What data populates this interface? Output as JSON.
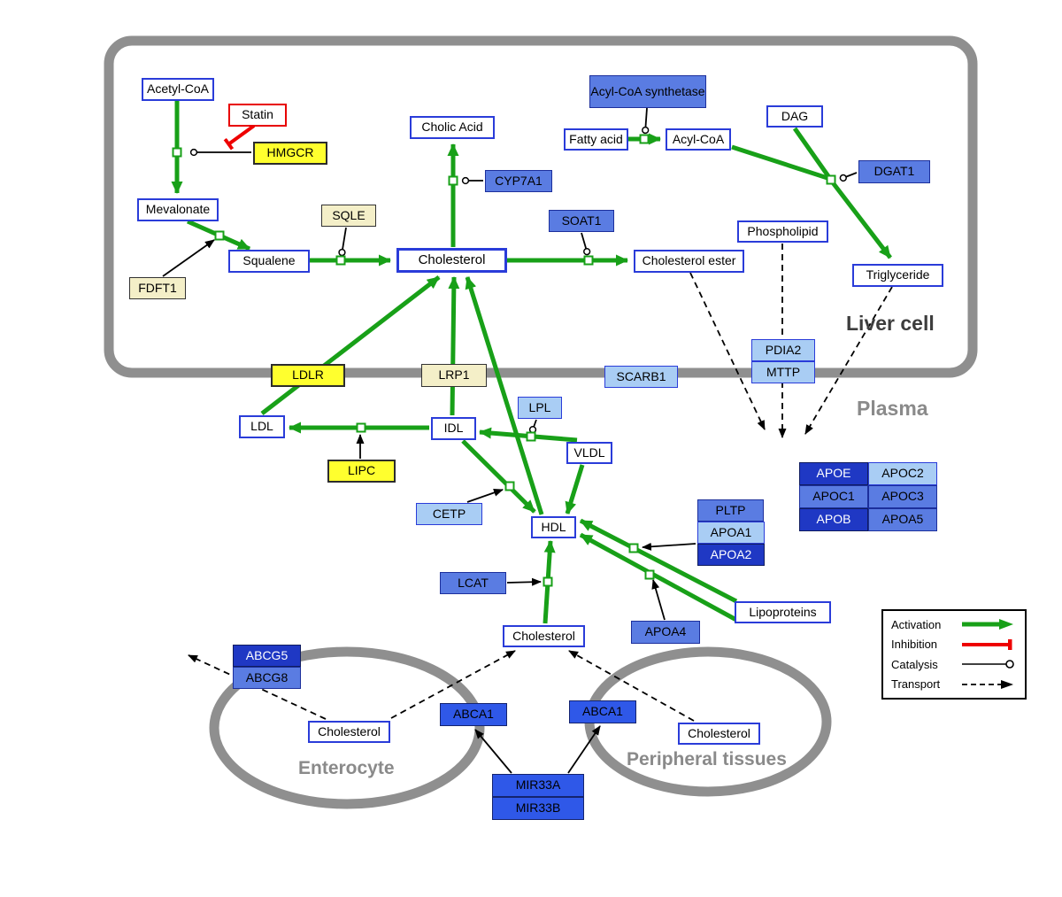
{
  "colors": {
    "activation_green": "#18a018",
    "inhibition_red": "#ee0000",
    "metabolite_border_blue": "#2a3cd9",
    "gene_yellow": "#ffff2e",
    "gene_pale_yellow": "#f4efc8",
    "gene_blue_light": "#a9cdf4",
    "gene_blue_medium": "#5a7ce2",
    "gene_blue_strong": "#2f58e8",
    "gene_blue_dark": "#1f38c4",
    "membrane_gray": "#8f8f8f"
  },
  "compartments": {
    "liver_cell": "Liver cell",
    "plasma": "Plasma",
    "enterocyte": "Enterocyte",
    "peripheral_tissues": "Peripheral tissues"
  },
  "legend": {
    "activation": "Activation",
    "inhibition": "Inhibition",
    "catalysis": "Catalysis",
    "transport": "Transport"
  },
  "nodes": {
    "acetyl_coa": "Acetyl-CoA",
    "statin": "Statin",
    "hmgcr": "HMGCR",
    "mevalonate": "Mevalonate",
    "sqle": "SQLE",
    "fdft1": "FDFT1",
    "squalene": "Squalene",
    "cholesterol_liver": "Cholesterol",
    "cholic_acid": "Cholic Acid",
    "cyp7a1": "CYP7A1",
    "acyl_coa_synthetase": "Acyl-CoA synthetase",
    "fatty_acid": "Fatty acid",
    "acyl_coa": "Acyl-CoA",
    "dag": "DAG",
    "dgat1": "DGAT1",
    "soat1": "SOAT1",
    "cholesterol_ester": "Cholesterol ester",
    "phospholipid": "Phospholipid",
    "triglyceride": "Triglyceride",
    "pdia2": "PDIA2",
    "mttp": "MTTP",
    "ldlr": "LDLR",
    "lrp1": "LRP1",
    "scarb1": "SCARB1",
    "ldl": "LDL",
    "idl": "IDL",
    "lpl": "LPL",
    "vldl": "VLDL",
    "lipc": "LIPC",
    "cetp": "CETP",
    "hdl": "HDL",
    "pltp": "PLTP",
    "apoa1": "APOA1",
    "apoa2": "APOA2",
    "lcat": "LCAT",
    "apoa4": "APOA4",
    "lipoproteins": "Lipoproteins",
    "apoe": "APOE",
    "apoc2": "APOC2",
    "apoc1": "APOC1",
    "apoc3": "APOC3",
    "apob": "APOB",
    "apoa5": "APOA5",
    "cholesterol_plasma": "Cholesterol",
    "abcg5": "ABCG5",
    "abcg8": "ABCG8",
    "cholesterol_enterocyte": "Cholesterol",
    "abca1_enterocyte": "ABCA1",
    "abca1_peripheral": "ABCA1",
    "cholesterol_peripheral": "Cholesterol",
    "mir33a": "MIR33A",
    "mir33b": "MIR33B"
  }
}
